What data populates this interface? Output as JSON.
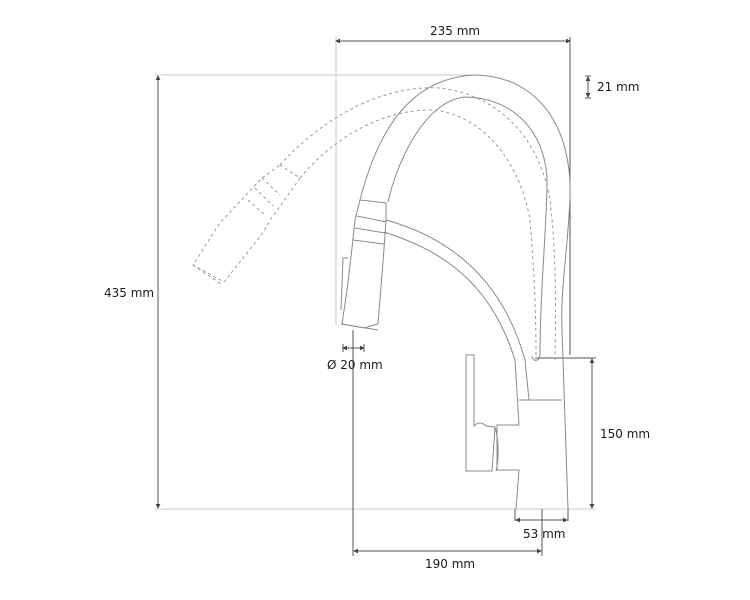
{
  "diagram": {
    "type": "technical-dimension-drawing",
    "subject": "pull-out kitchen faucet with flexible spout (side view)",
    "colors": {
      "background": "#ffffff",
      "outline": "#8a8a8a",
      "dimension_line": "#555555",
      "reference_line": "#c8c8c8",
      "text": "#1a1a1a"
    }
  },
  "dimensions": {
    "width_top": {
      "label": "235 mm",
      "value_mm": 235,
      "orientation": "horizontal"
    },
    "arc_offset": {
      "label": "21 mm",
      "value_mm": 21,
      "orientation": "vertical"
    },
    "total_height": {
      "label": "435 mm",
      "value_mm": 435,
      "orientation": "vertical"
    },
    "spray_diameter": {
      "label": "Ø 20 mm",
      "value_mm": 20,
      "orientation": "horizontal"
    },
    "body_height": {
      "label": "150 mm",
      "value_mm": 150,
      "orientation": "vertical"
    },
    "base_diameter": {
      "label": "53 mm",
      "value_mm": 53,
      "orientation": "horizontal"
    },
    "reach": {
      "label": "190 mm",
      "value_mm": 190,
      "orientation": "horizontal"
    }
  },
  "parts": [
    {
      "name": "faucet-body",
      "style": "solid"
    },
    {
      "name": "lever-handle",
      "style": "solid"
    },
    {
      "name": "flexible-spout",
      "style": "solid"
    },
    {
      "name": "spray-head",
      "style": "solid"
    },
    {
      "name": "spout-alternate-position",
      "style": "dashed"
    },
    {
      "name": "spray-head-alternate-position",
      "style": "dashed"
    }
  ]
}
